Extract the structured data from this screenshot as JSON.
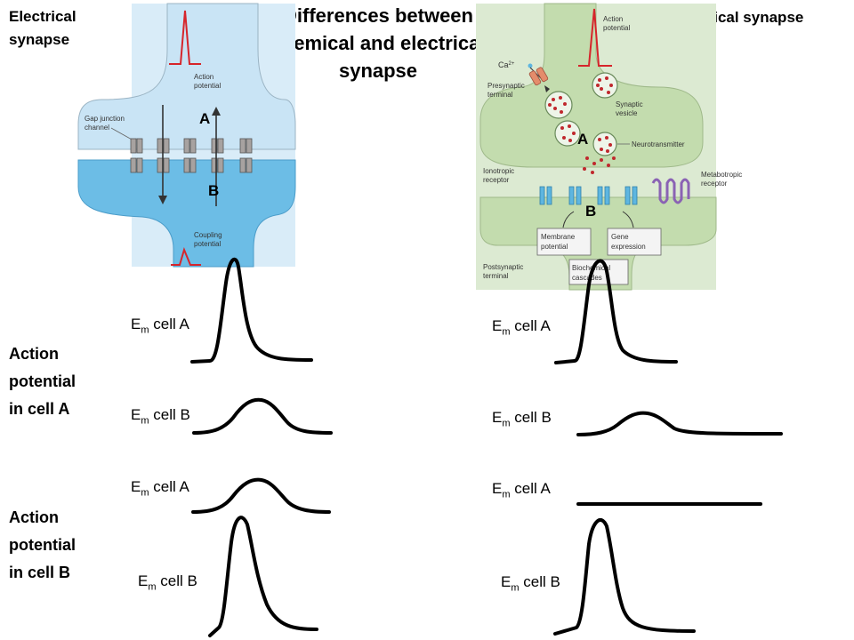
{
  "title": "Differences between chemical and electrical synapse",
  "electrical": {
    "heading_line1": "Electrical",
    "heading_line2": "synapse",
    "labels": {
      "action_potential_line1": "Action",
      "action_potential_line2": "potential",
      "gap_junction_line1": "Gap junction",
      "gap_junction_line2": "channel",
      "coupling_line1": "Coupling",
      "coupling_line2": "potential",
      "marker_a": "A",
      "marker_b": "B"
    }
  },
  "chemical": {
    "heading": "Chemical synapse",
    "labels": {
      "action_potential_line1": "Action",
      "action_potential_line2": "potential",
      "ca": "Ca",
      "ca_sup": "2+",
      "presynaptic_line1": "Presynaptic",
      "presynaptic_line2": "terminal",
      "synaptic_vesicle_line1": "Synaptic",
      "synaptic_vesicle_line2": "vesicle",
      "neurotransmitter": "Neurotransmitter",
      "ionotropic_line1": "Ionotropic",
      "ionotropic_line2": "receptor",
      "metabotropic_line1": "Metabotropic",
      "metabotropic_line2": "receptor",
      "membrane_line1": "Membrane",
      "membrane_line2": "potential",
      "gene_line1": "Gene",
      "gene_line2": "expression",
      "biochemical_line1": "Biochemical",
      "biochemical_line2": "cascades",
      "postsynaptic_line1": "Postsynaptic",
      "postsynaptic_line2": "terminal",
      "marker_a": "A",
      "marker_b": "B"
    }
  },
  "rows": {
    "ap_cell_a": {
      "line1": "Action",
      "line2": "potential",
      "line3": "in cell A"
    },
    "ap_cell_b": {
      "line1": "Action",
      "line2": "potential",
      "line3": "in cell B"
    }
  },
  "trace_labels": {
    "em": "E",
    "em_sub": "m",
    "cell_a": " cell A",
    "cell_b": " cell B"
  },
  "colors": {
    "electrical_pre": "#c9e4f5",
    "electrical_post": "#6cbde6",
    "electrical_bg": "#d9ecf8",
    "chemical_bg": "#dcead2",
    "chemical_cell": "#c3dcae",
    "spike_red": "#d6252b",
    "vesicle_dot": "#c0282d",
    "receptor_blue": "#5eb6e0",
    "metabotropic_purple": "#8a62b4"
  }
}
